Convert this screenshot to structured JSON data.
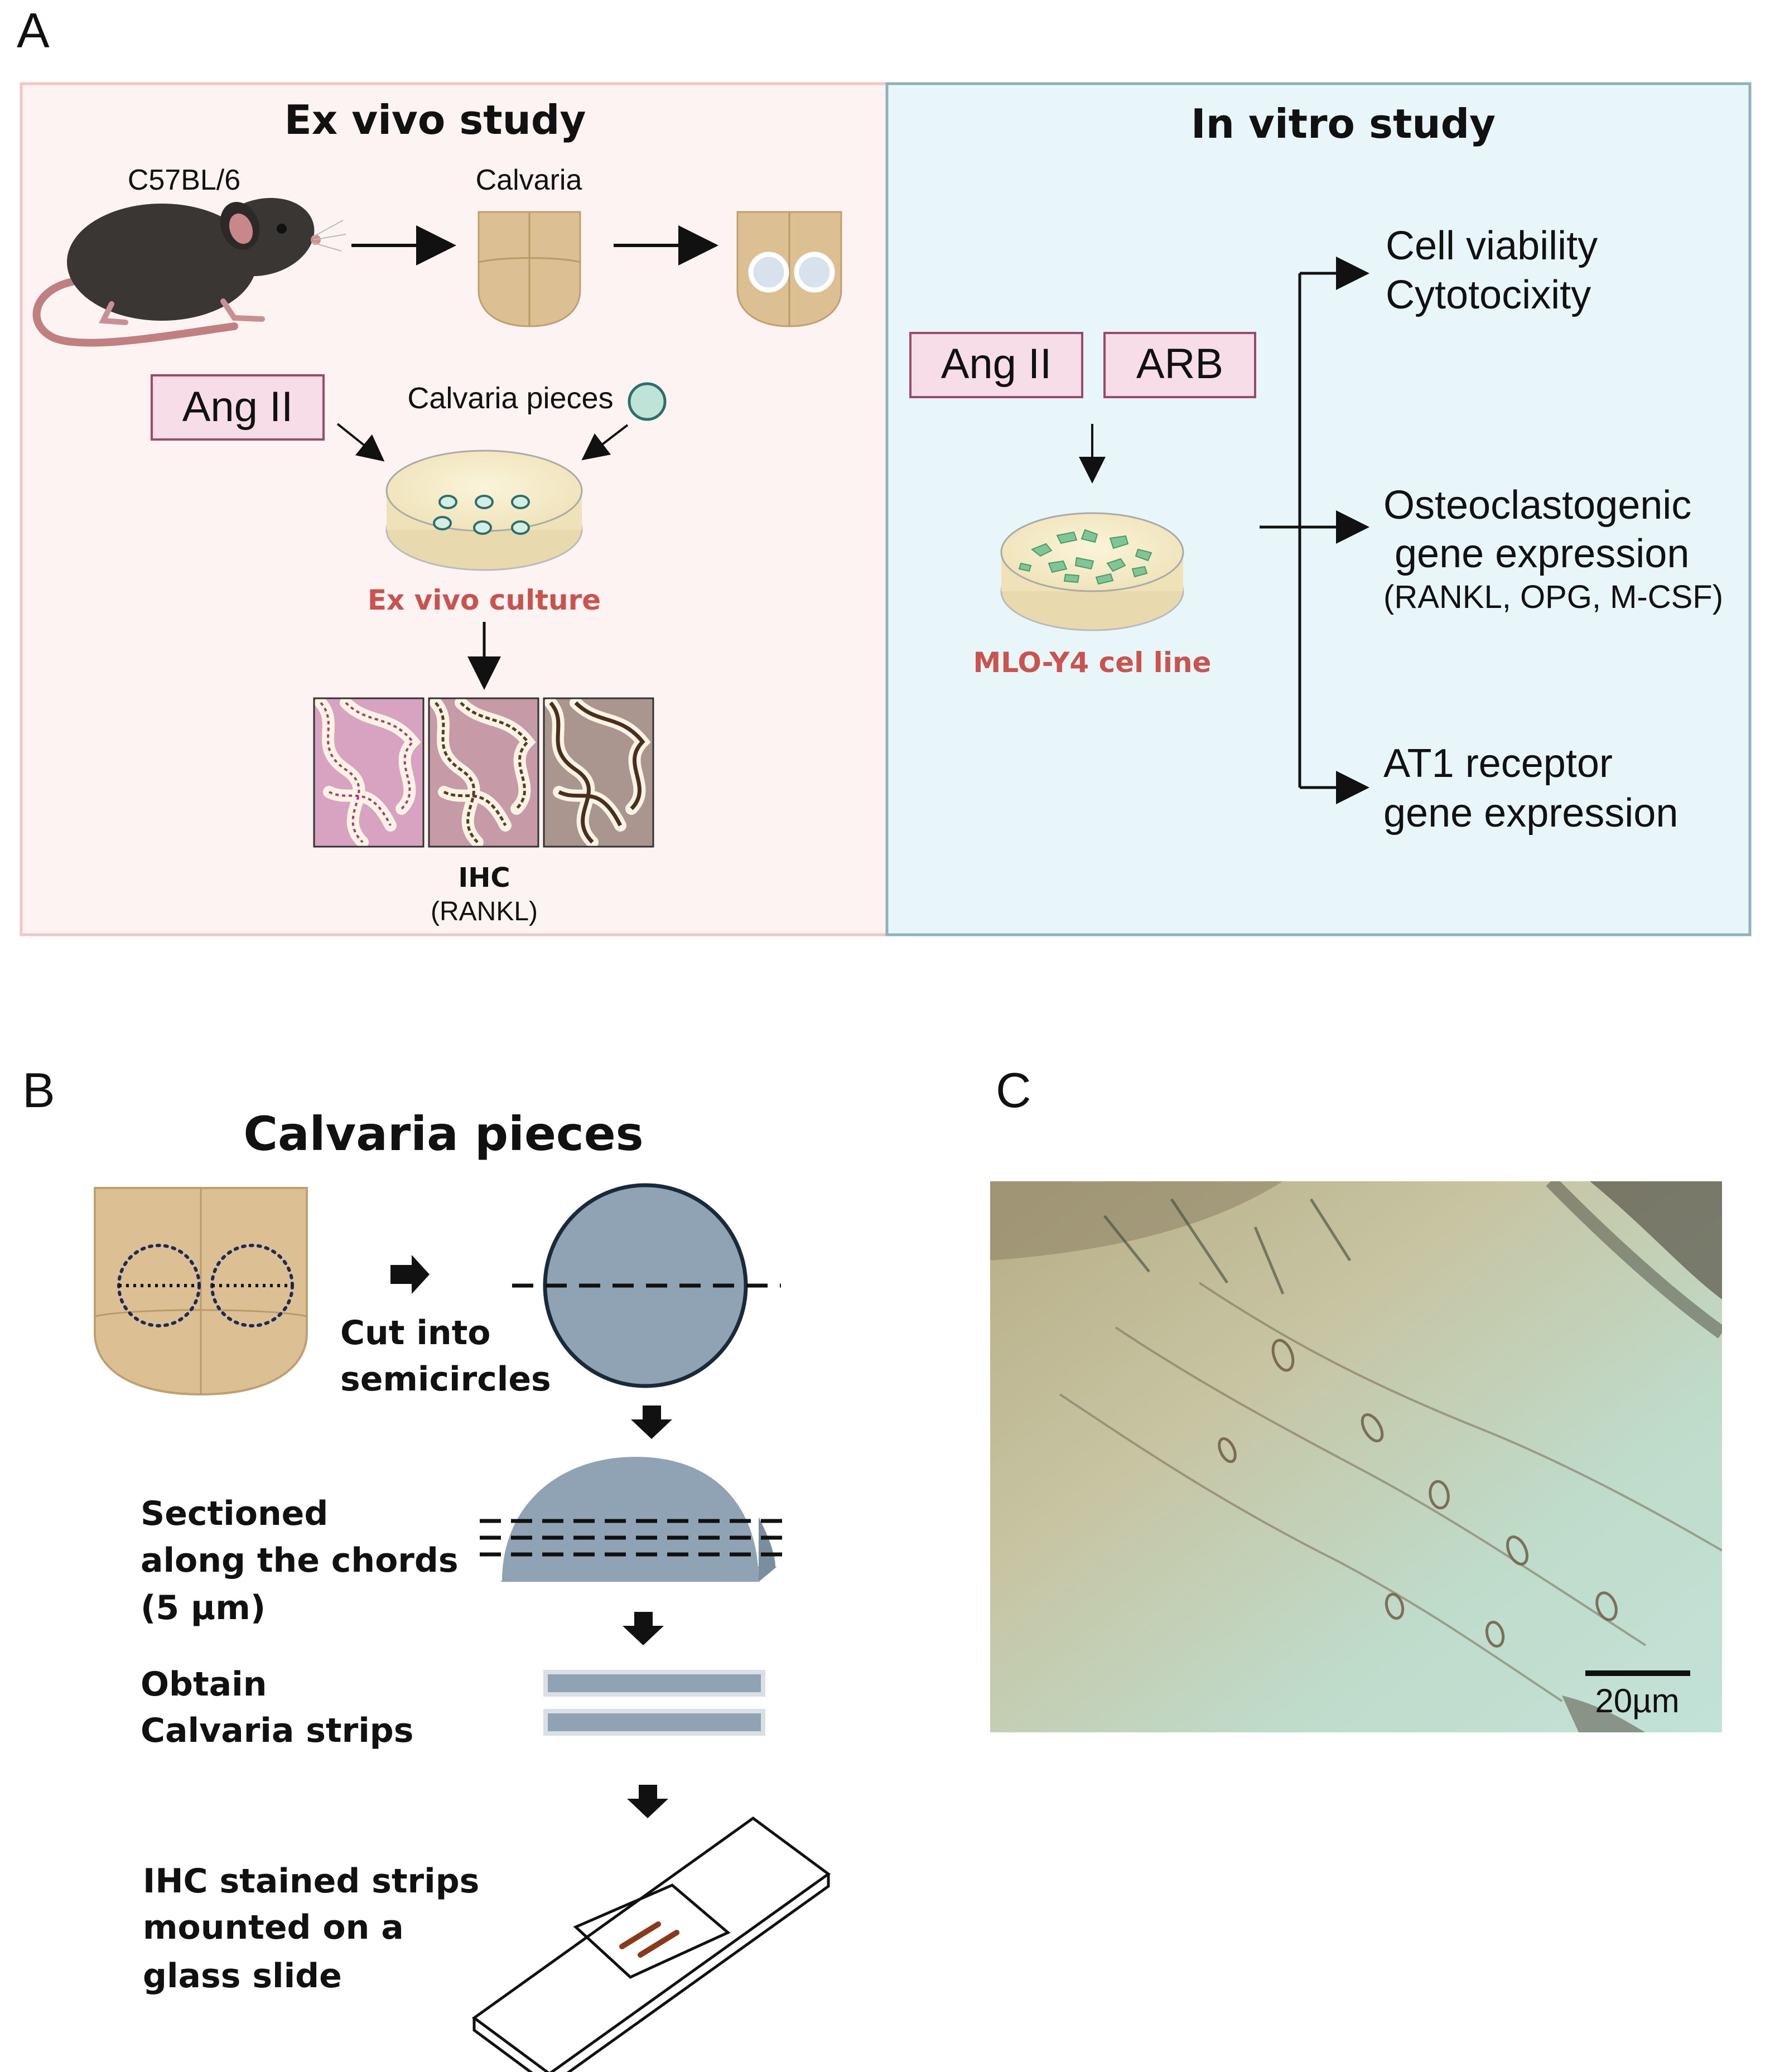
{
  "panel_a": {
    "letter": "A",
    "ex_vivo": {
      "title": "Ex vivo study",
      "mouse_label": "C57BL/6",
      "calvaria_label": "Calvaria",
      "ang_box": "Ang II",
      "pieces_label": "Calvaria pieces",
      "culture_label": "Ex vivo culture",
      "ihc_label": "IHC",
      "ihc_sub": "(RANKL)"
    },
    "in_vitro": {
      "title": "In vitro study",
      "ang_box": "Ang II",
      "arb_box": "ARB",
      "cell_line": "MLO-Y4 cel line",
      "out1_line1": "Cell viability",
      "out1_line2": "Cytotocixity",
      "out2_line1": "Osteoclastogenic",
      "out2_line2": "gene expression",
      "out2_line3": "(RANKL, OPG, M-CSF)",
      "out3_line1": "AT1 receptor",
      "out3_line2": "gene expression"
    }
  },
  "panel_b": {
    "letter": "B",
    "title": "Calvaria pieces",
    "step1_line1": "Cut into",
    "step1_line2": "semicircles",
    "step2_line1": "Sectioned",
    "step2_line2": "along the chords",
    "step2_line3": "(5 µm)",
    "step3_line1": "Obtain",
    "step3_line2": "Calvaria strips",
    "step4_line1": "IHC stained strips",
    "step4_line2": "mounted on a",
    "step4_line3": "glass slide"
  },
  "panel_c": {
    "letter": "C",
    "scale_label": "20µm"
  },
  "colors": {
    "ex_vivo_bg": "#fdf3f3",
    "ex_vivo_border": "#f2c4c4",
    "in_vitro_bg": "#e8f6f9",
    "in_vitro_border": "#8fb1bb",
    "box_fill": "#f6dde8",
    "box_border": "#9b4a6a",
    "highlight_red": "#c9534f",
    "semicircle": "#8fa3b5",
    "skull": "#dcc093"
  }
}
